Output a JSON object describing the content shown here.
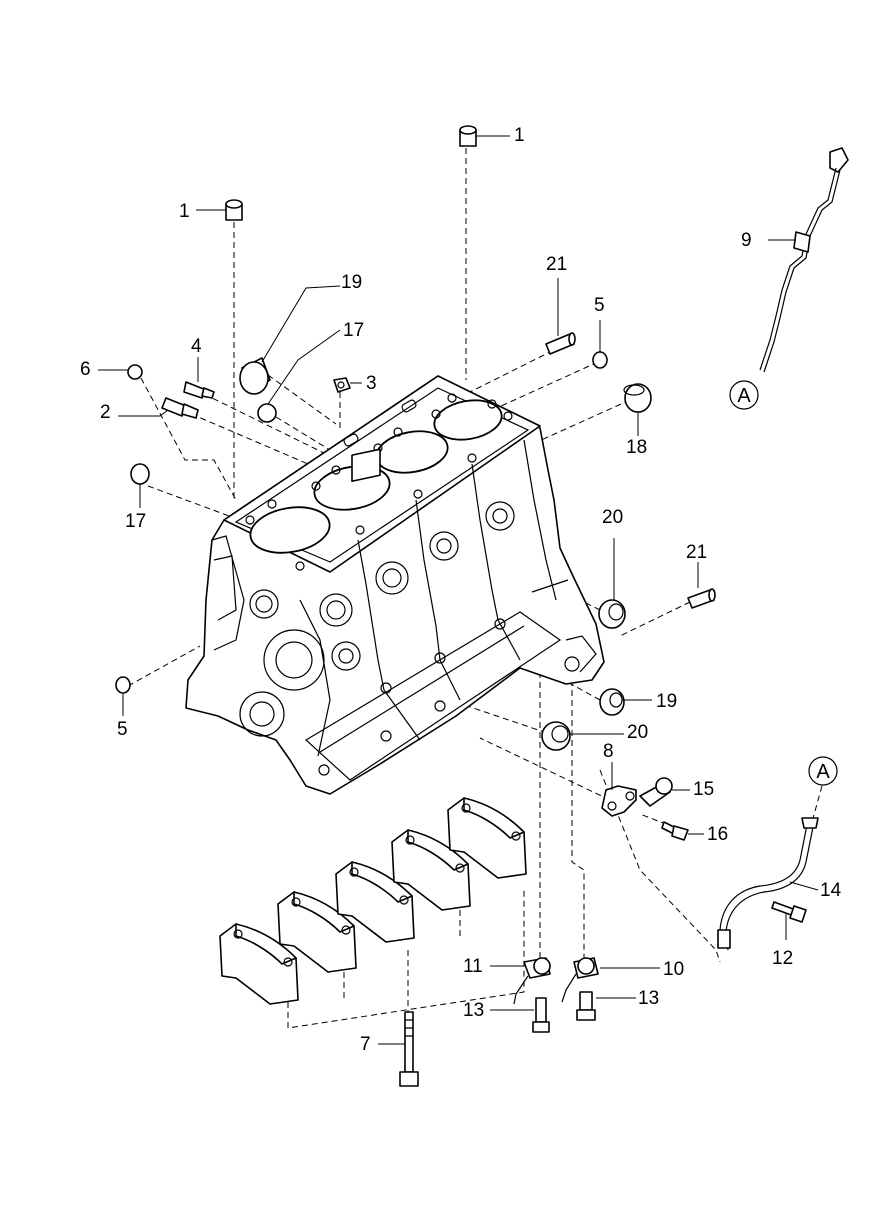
{
  "callouts": {
    "c1_left": "1",
    "c1_top": "1",
    "c2": "2",
    "c3": "3",
    "c4": "4",
    "c5_top": "5",
    "c5_left": "5",
    "c6": "6",
    "c7": "7",
    "c8": "8",
    "c9": "9",
    "c10": "10",
    "c11": "11",
    "c12": "12",
    "c13_left": "13",
    "c13_right": "13",
    "c14": "14",
    "c15": "15",
    "c16": "16",
    "c17_upper": "17",
    "c17_lower": "17",
    "c18": "18",
    "c19_upper": "19",
    "c19_lower": "19",
    "c20_upper": "20",
    "c20_lower": "20",
    "c21_upper": "21",
    "c21_lower": "21"
  },
  "references": {
    "ref_a_dipstick": "A",
    "ref_a_guide": "A"
  }
}
